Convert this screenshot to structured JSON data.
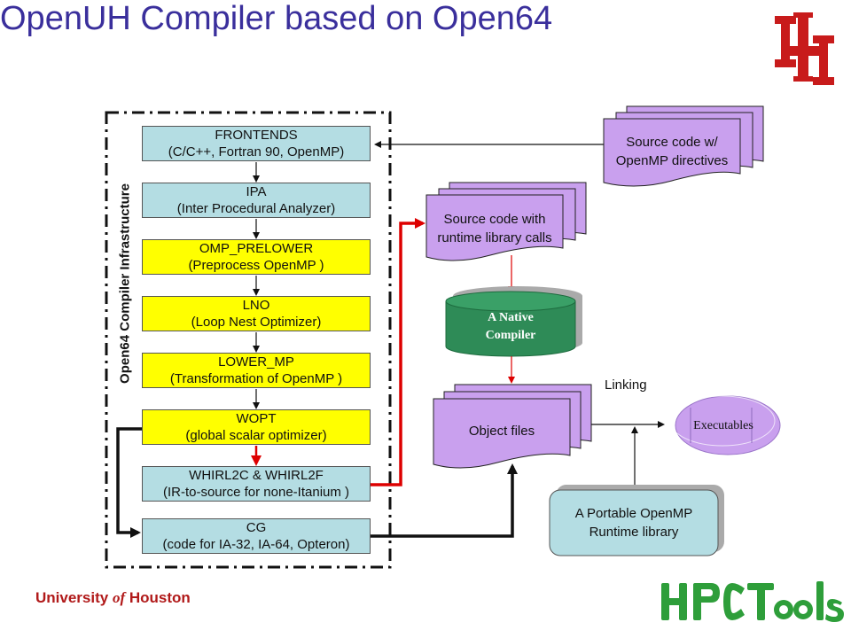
{
  "title": "OpenUH Compiler based on Open64",
  "infrastructure_label": "Open64 Compiler Infrastructure",
  "stages": [
    {
      "line1": "FRONTENDS",
      "line2": "(C/C++, Fortran 90, OpenMP)",
      "color": "#b4dde3"
    },
    {
      "line1": "IPA",
      "line2": "(Inter Procedural Analyzer)",
      "color": "#b4dde3"
    },
    {
      "line1": "OMP_PRELOWER",
      "line2": "(Preprocess OpenMP )",
      "color": "#ffff00"
    },
    {
      "line1": "LNO",
      "line2": "(Loop Nest Optimizer)",
      "color": "#ffff00"
    },
    {
      "line1": "LOWER_MP",
      "line2": "(Transformation of OpenMP )",
      "color": "#ffff00"
    },
    {
      "line1": "WOPT",
      "line2": "(global scalar optimizer)",
      "color": "#ffff00"
    },
    {
      "line1": "WHIRL2C & WHIRL2F",
      "line2": "(IR-to-source for none-Itanium )",
      "color": "#b4dde3"
    },
    {
      "line1": "CG",
      "line2": "(code for IA-32, IA-64, Opteron)",
      "color": "#b4dde3"
    }
  ],
  "source_openmp": {
    "line1": "Source code w/",
    "line2": "OpenMP directives"
  },
  "source_runtime": {
    "line1": "Source code with",
    "line2": "runtime library calls"
  },
  "native_compiler": {
    "line1": "A Native",
    "line2": "Compiler"
  },
  "object_files": "Object files",
  "linking": "Linking",
  "executables": "Executables",
  "runtime_library": {
    "line1": "A Portable OpenMP",
    "line2": "Runtime library"
  },
  "footer": {
    "university": "University",
    "of": "of",
    "houston": "Houston"
  },
  "hpctools_logo": "HPCTools",
  "uh_logo": "UH",
  "colors": {
    "title": "#3a2f9c",
    "doc_purple": "#c9a0ee",
    "compiler_green": "#2e8b57",
    "red_arrow": "#dd0000",
    "hpctools_green": "#2e9e3a",
    "uh_red": "#c81b1b"
  }
}
